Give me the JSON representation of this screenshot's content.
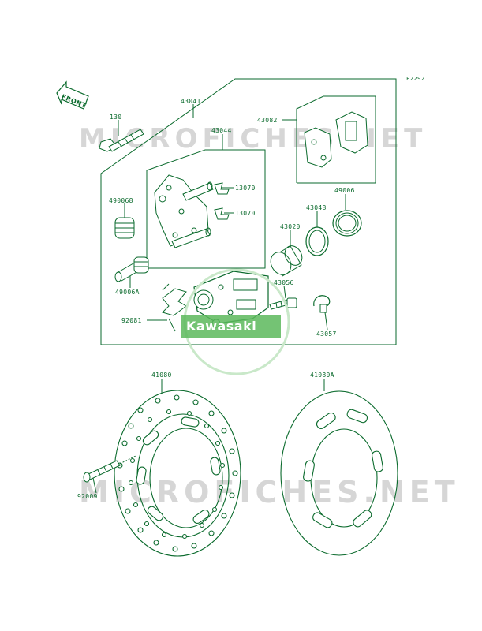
{
  "figure_code": "F2292",
  "watermark_text": "MICROFICHES.NET",
  "brand_text": "Kawasaki",
  "front_label": "FRONT",
  "colors": {
    "line": "#0a6a2c",
    "watermark": "#d6d6d6",
    "brand_green": "#4caf50"
  },
  "part_labels": {
    "p43041": "43041",
    "p130": "130",
    "p43044": "43044",
    "p43082": "43082",
    "p13070a": "13070",
    "p13070b": "13070",
    "p490068": "490068",
    "p49006": "49006",
    "p43048": "43048",
    "p43020": "43020",
    "p49006A": "49006A",
    "p43056": "43056",
    "p92081": "92081",
    "p43057": "43057",
    "p41080": "41080",
    "p41080A": "41080A",
    "p92009": "92009"
  }
}
